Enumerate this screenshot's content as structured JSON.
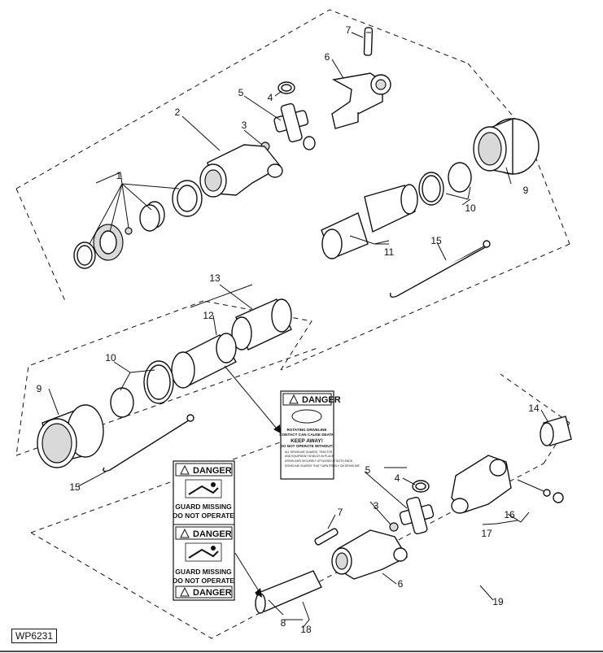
{
  "diagram": {
    "code": "WP6231",
    "callouts": {
      "c1": "1",
      "c2": "2",
      "c3a": "3",
      "c3b": "3",
      "c4a": "4",
      "c4b": "4",
      "c5a": "5",
      "c5b": "5",
      "c6a": "6",
      "c6b": "6",
      "c7a": "7",
      "c7b": "7",
      "c8": "8",
      "c9a": "9",
      "c9b": "9",
      "c10a": "10",
      "c10b": "10",
      "c11": "11",
      "c12": "12",
      "c13": "13",
      "c14": "14",
      "c15a": "15",
      "c15b": "15",
      "c16": "16",
      "c17": "17",
      "c18": "18",
      "c19": "19"
    },
    "decal_small": {
      "header": "DANGER",
      "line1": "ROTATING DRIVELINE",
      "line2": "CONTACT CAN CAUSE DEATH",
      "line3": "KEEP AWAY!",
      "line4": "DO NOT OPERATE WITHOUT:",
      "bullet1": "ALL DRIVELINE GUARDS, TRACTOR",
      "bullet2": "AND EQUIPMENT SHIELDS IN PLACE",
      "bullet3": "DRIVELINES SECURELY ATTACHED AT BOTH ENDS",
      "bullet4": "DRIVELINE GUARDS THAT TURN FREELY ON DRIVELINE"
    },
    "decal_large": {
      "header_top": "DANGER",
      "text_a1": "GUARD MISSING",
      "text_a2": "DO NOT OPERATE",
      "header_mid": "DANGER",
      "text_b1": "GUARD MISSING",
      "text_b2": "DO NOT OPERATE",
      "header_bottom": "DANGER"
    }
  }
}
